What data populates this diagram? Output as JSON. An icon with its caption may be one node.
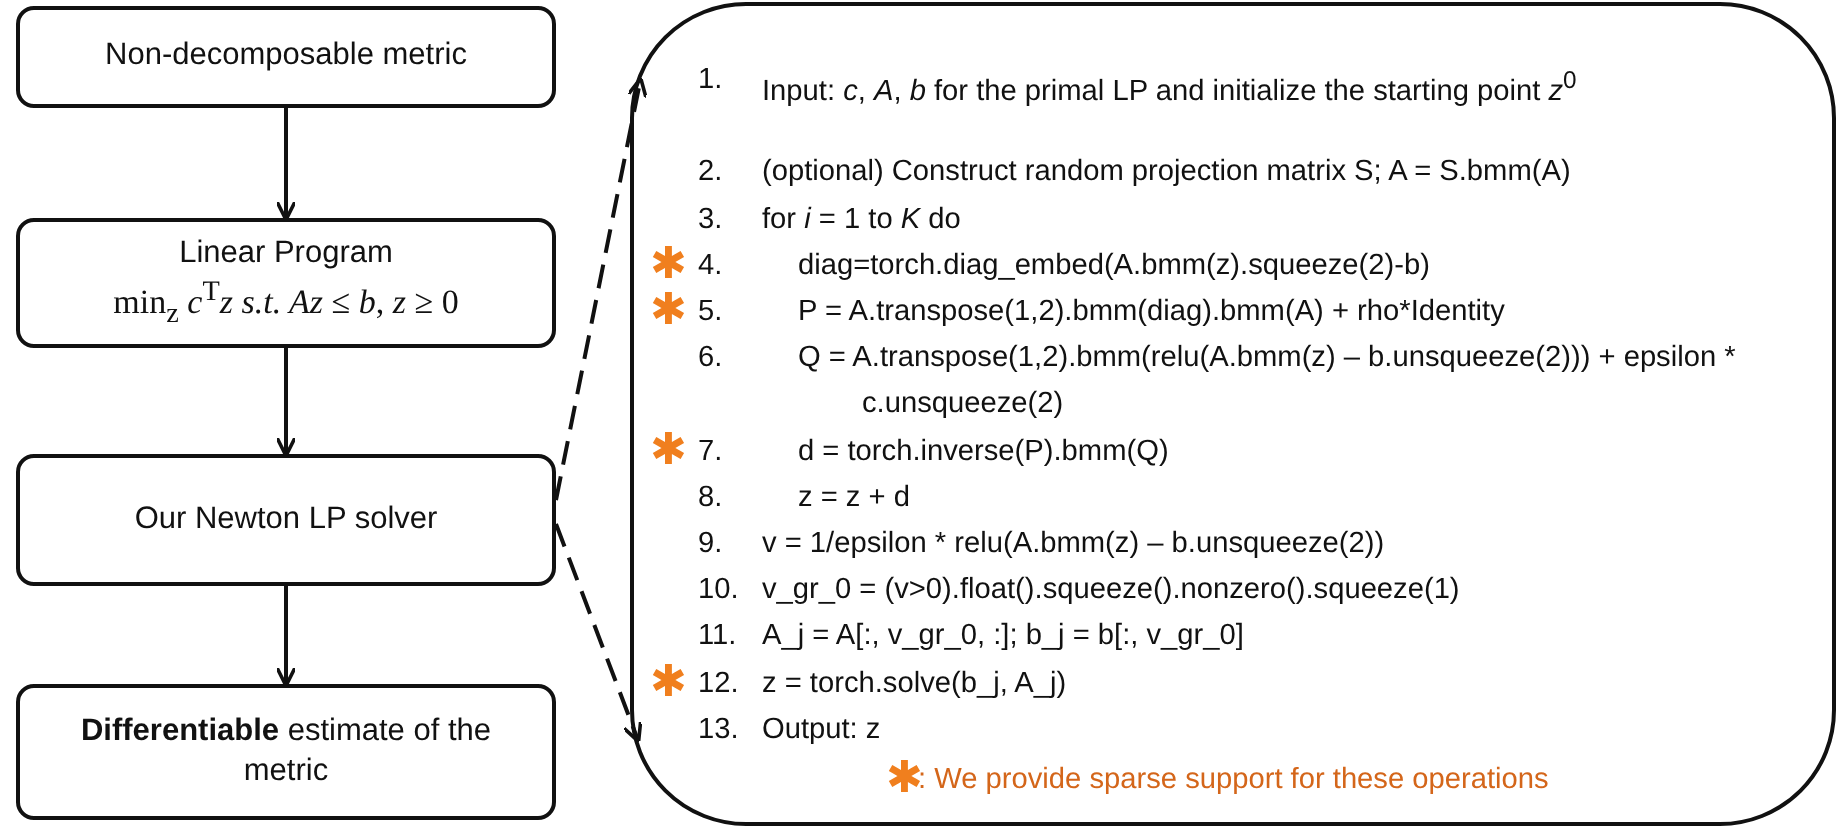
{
  "diagram": {
    "nodes": [
      {
        "text": [
          "Non-decomposable metric"
        ]
      },
      {
        "text": [
          "Linear Program",
          "min$_{z}$ *c*$^{T}$*z s.t. Az* ≤ *b*, *z* ≥ 0"
        ]
      },
      {
        "text": [
          "Our Newton LP solver"
        ]
      },
      {
        "text": [
          "**Differentiable** estimate of the metric"
        ]
      },
      {
        "text": [
          "1.",
          "Input: *c*, *A*, *b* for the primal LP and initialize the starting point *z*$^{0}$",
          "2.",
          "(optional) Construct random projection matrix S; A = S.bmm(A)",
          "3.",
          "for *i* = 1 to *K* do",
          "✱",
          "4.",
          "diag=torch.diag_embed(A.bmm(z).squeeze(2)-b)",
          "✱",
          "5.",
          "P = A.transpose(1,2).bmm(diag).bmm(A) + rho*Identity",
          "6.",
          "Q = A.transpose(1,2).bmm(relu(A.bmm(z) – b.unsqueeze(2))) + epsilon * c.unsqueeze(2)",
          "✱",
          "7.",
          "d = torch.inverse(P).bmm(Q)",
          "8.",
          "z = z + d",
          "9.",
          "v = 1/epsilon * relu(A.bmm(z) – b.unsqueeze(2))",
          "10.",
          "v_gr_0 = (v>0).float().squeeze().nonzero().squeeze(1)",
          "11.",
          "A_j = A[:, v_gr_0, :]; b_j = b[:, v_gr_0]",
          "✱",
          "12.",
          "z = torch.solve(b_j, A_j)",
          "13.",
          "Output: z",
          "✱",
          ": We provide sparse support for these operations"
        ]
      }
    ],
    "edges": [
      {
        "from": 0,
        "to": 1,
        "arrow": "to"
      },
      {
        "from": 1,
        "to": 2,
        "arrow": "to"
      },
      {
        "from": 2,
        "to": 3,
        "arrow": "to"
      },
      {
        "from": 2,
        "to": 4,
        "arrow": "to",
        "style": "dashed"
      },
      {
        "from": 2,
        "to": 4,
        "arrow": "to",
        "style": "dashed"
      }
    ]
  }
}
